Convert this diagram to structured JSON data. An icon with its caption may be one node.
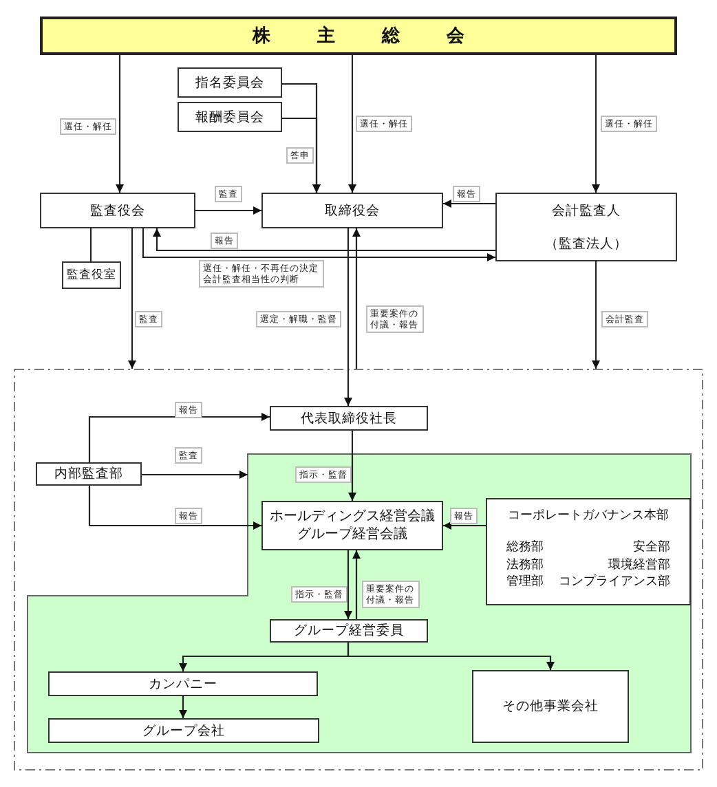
{
  "diagram": {
    "nodes": [
      {
        "text": [
          "株主総会"
        ]
      },
      {
        "text": [
          "指名委員会"
        ]
      },
      {
        "text": [
          "報酬委員会"
        ]
      },
      {
        "text": [
          "監査役会"
        ]
      },
      {
        "text": [
          "取締役会"
        ]
      },
      {
        "text": [
          "会計監査人",
          "（監査法人）"
        ]
      },
      {
        "text": [
          "監査役室"
        ]
      },
      {
        "text": [],
        "shape": "box"
      },
      {
        "text": [],
        "shape": "polygon",
        "in": 7
      },
      {
        "text": [
          "代表取締役社長"
        ],
        "in": 7
      },
      {
        "text": [
          "内部監査部"
        ],
        "in": 7
      },
      {
        "text": [
          "ホールディングス経営会議グループ経営会議"
        ],
        "in": 8
      },
      {
        "text": [
          "コーポレートガバナンス本部",
          "総務部",
          "安全部",
          "法務部",
          "環境経営部",
          "管理部",
          "コンプライアンス部"
        ],
        "in": 8
      },
      {
        "text": [
          "グループ経営委員"
        ],
        "in": 8
      },
      {
        "text": [
          "カンパニー"
        ],
        "in": 8
      },
      {
        "text": [
          "グループ会社"
        ],
        "in": 8
      },
      {
        "text": [
          "その他事業会社"
        ],
        "in": 8
      }
    ],
    "edges": [
      {
        "from": 0,
        "to": 3,
        "arrow": "to",
        "label": "選任・解任"
      },
      {
        "from": 0,
        "to": 4,
        "arrow": "to",
        "label": "選任・解任"
      },
      {
        "from": 0,
        "to": 5,
        "arrow": "to",
        "label": "選任・解任"
      },
      {
        "from": 1,
        "to": 4,
        "arrow": "to"
      },
      {
        "from": 2,
        "to": 4,
        "arrow": "to",
        "label": "答申"
      },
      {
        "from": 3,
        "to": 4,
        "arrow": "to",
        "label": "監査"
      },
      {
        "from": 5,
        "to": 4,
        "arrow": "to",
        "label": "報告"
      },
      {
        "from": 5,
        "to": 3,
        "arrow": "to",
        "label": "報告"
      },
      {
        "from": 3,
        "to": 5,
        "arrow": "to",
        "label": "選任・解任・不再任の決定会計監査相当性の判断"
      },
      {
        "from": 3,
        "to": 7,
        "arrow": "to",
        "label": "監査"
      },
      {
        "from": 4,
        "to": 9,
        "arrow": "to",
        "label": "選定・解職・監督"
      },
      {
        "from": 7,
        "to": 4,
        "arrow": "to",
        "label": "重要案件の付議・報告"
      },
      {
        "from": 5,
        "to": 7,
        "arrow": "to",
        "label": "会計監査"
      },
      {
        "from": 10,
        "to": 9,
        "arrow": "to",
        "label": "報告"
      },
      {
        "from": 10,
        "to": 8,
        "arrow": "to",
        "label": "監査"
      },
      {
        "from": 10,
        "to": 11,
        "arrow": "to",
        "label": "報告"
      },
      {
        "from": 9,
        "to": 11,
        "arrow": "to",
        "label": "指示・監督"
      },
      {
        "from": 12,
        "to": 11,
        "arrow": "to",
        "label": "報告"
      },
      {
        "from": 11,
        "to": 13,
        "arrow": "to",
        "label": "指示・監督"
      },
      {
        "from": 13,
        "to": 11,
        "arrow": "to",
        "label": "重要案件の付議・報告"
      },
      {
        "from": 13,
        "to": 14,
        "arrow": "to"
      },
      {
        "from": 13,
        "to": 16,
        "arrow": "to"
      },
      {
        "from": 14,
        "to": 15,
        "arrow": "to"
      },
      {
        "from": 3,
        "to": 6,
        "arrow": "none"
      }
    ]
  }
}
